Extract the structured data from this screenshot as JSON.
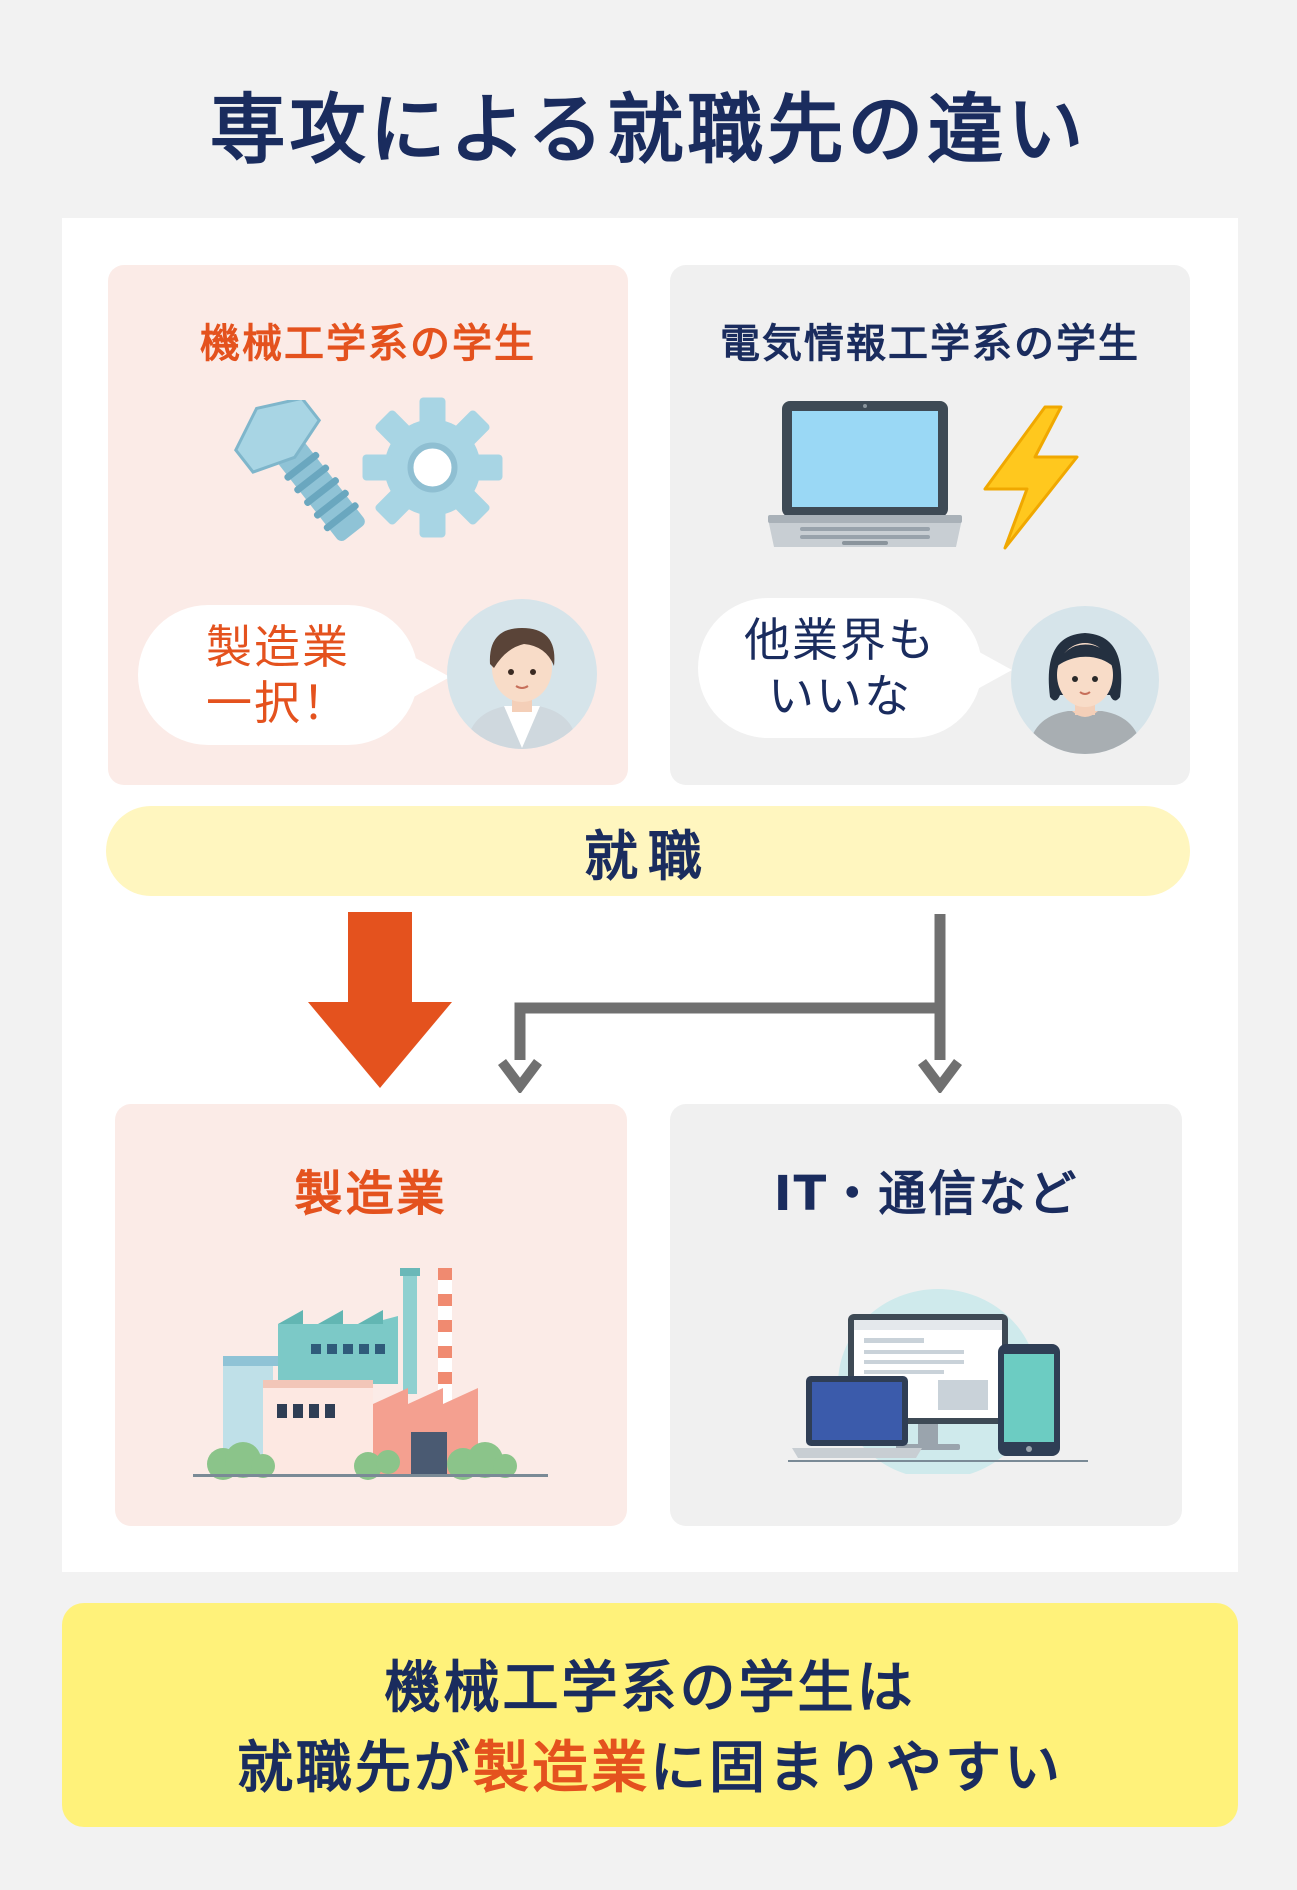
{
  "title": "専攻による就職先の違い",
  "mechanical": {
    "title": "機械工学系の学生",
    "bubble_line1": "製造業",
    "bubble_line2": "一択！"
  },
  "electrical": {
    "title": "電気情報工学系の学生",
    "bubble_line1": "他業界も",
    "bubble_line2": "いいな"
  },
  "job_label": "就職",
  "destination_manufacturing": "製造業",
  "destination_it": "IT・通信など",
  "summary": {
    "line1": "機械工学系の学生は",
    "line2_part1": "就職先が",
    "line2_highlight": "製造業",
    "line2_part2": "に固まりやすい"
  },
  "colors": {
    "accent_orange": "#e4521e",
    "navy": "#1a2c5e",
    "arrow_gray": "#707070",
    "highlight_yellow": "#fff27a"
  }
}
